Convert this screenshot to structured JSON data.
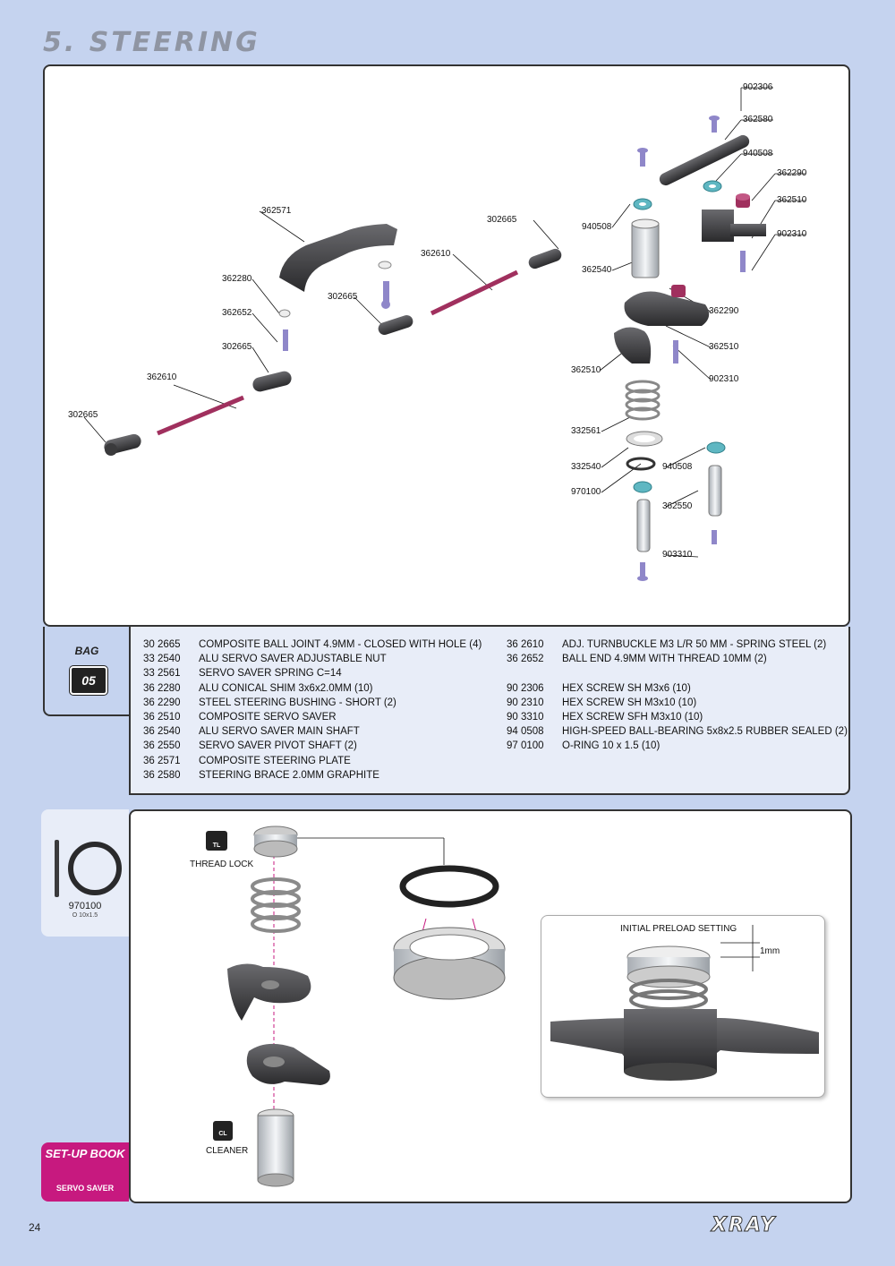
{
  "page": {
    "title": "5. STEERING",
    "number": "24",
    "brand": "XRAY"
  },
  "exploded_view": {
    "labels": [
      "902306",
      "362580",
      "940508",
      "362290",
      "362510",
      "902310",
      "362571",
      "302665",
      "940508",
      "362540",
      "362610",
      "362280",
      "302665",
      "362652",
      "302665",
      "362290",
      "362510",
      "362610",
      "362510",
      "902310",
      "302665",
      "332561",
      "332540",
      "940508",
      "970100",
      "362550",
      "903310"
    ]
  },
  "bag": {
    "label": "BAG",
    "number": "05"
  },
  "parts_left": [
    {
      "code": "30 2665",
      "desc": "COMPOSITE BALL JOINT 4.9MM - CLOSED WITH HOLE (4)"
    },
    {
      "code": "33 2540",
      "desc": "ALU SERVO SAVER ADJUSTABLE NUT"
    },
    {
      "code": "33 2561",
      "desc": "SERVO SAVER SPRING C=14"
    },
    {
      "code": "36 2280",
      "desc": "ALU CONICAL SHIM 3x6x2.0MM (10)"
    },
    {
      "code": "36 2290",
      "desc": "STEEL STEERING BUSHING - SHORT (2)"
    },
    {
      "code": "36 2510",
      "desc": "COMPOSITE SERVO SAVER"
    },
    {
      "code": "36 2540",
      "desc": "ALU SERVO SAVER MAIN SHAFT"
    },
    {
      "code": "36 2550",
      "desc": "SERVO SAVER PIVOT SHAFT (2)"
    },
    {
      "code": "36 2571",
      "desc": "COMPOSITE STEERING PLATE"
    },
    {
      "code": "36 2580",
      "desc": "STEERING BRACE 2.0MM GRAPHITE"
    }
  ],
  "parts_right": [
    {
      "code": "36 2610",
      "desc": "ADJ. TURNBUCKLE M3 L/R 50 MM  - SPRING STEEL (2)"
    },
    {
      "code": "36 2652",
      "desc": "BALL END 4.9MM WITH THREAD 10MM (2)"
    },
    {
      "code": "",
      "desc": ""
    },
    {
      "code": "90 2306",
      "desc": "HEX SCREW  SH M3x6  (10)"
    },
    {
      "code": "90 2310",
      "desc": "HEX SCREW  SH M3x10  (10)"
    },
    {
      "code": "90 3310",
      "desc": "HEX SCREW  SFH M3x10  (10)"
    },
    {
      "code": "94 0508",
      "desc": "HIGH-SPEED BALL-BEARING 5x8x2.5 RUBBER SEALED  (2)"
    },
    {
      "code": "97 0100",
      "desc": "O-RING 10 x 1.5  (10)"
    }
  ],
  "oring": {
    "code": "970100",
    "size": "O 10x1.5"
  },
  "assembly": {
    "thread_lock_label": "THREAD LOCK",
    "thread_lock_icon_text": "TL",
    "cleaner_label": "CLEANER",
    "cleaner_icon_text": "CL",
    "preload_title": "INITIAL PRELOAD SETTING",
    "preload_value": "1mm"
  },
  "setup_book": {
    "title": "SET-UP BOOK",
    "subtitle": "SERVO SAVER"
  },
  "colors": {
    "background": "#c5d3ef",
    "panel_light": "#e8edf8",
    "accent": "#c7197f",
    "part_dark": "#3a3a3c",
    "screw": "#8f87c9",
    "turnbuckle": "#a0305e",
    "bearing": "#5fb7c2"
  }
}
